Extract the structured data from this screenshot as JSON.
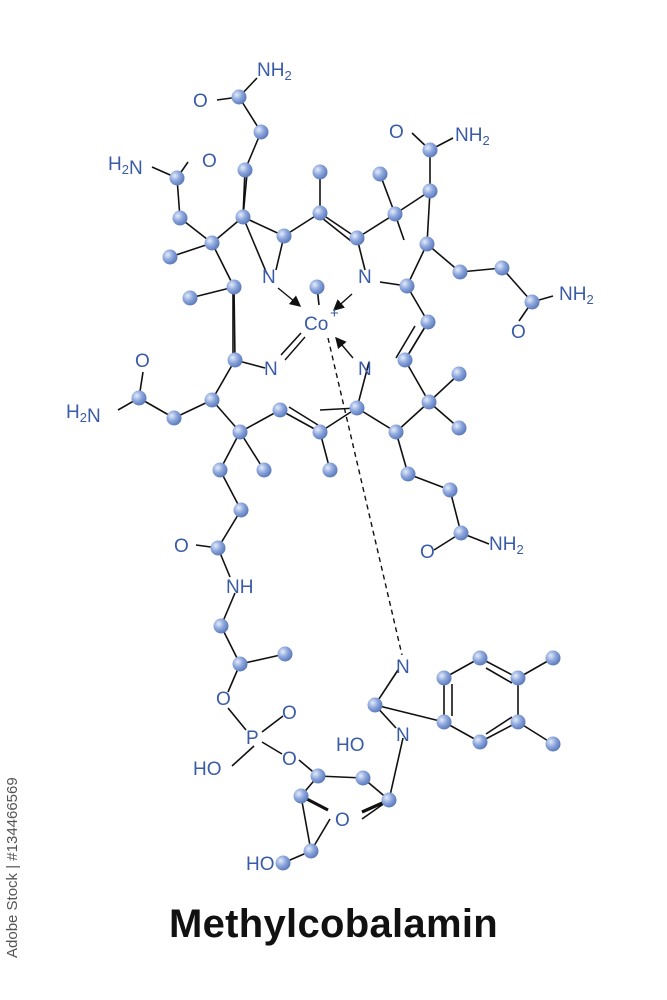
{
  "title": "Methylcobalamin",
  "side_text": "Adobe Stock | #134466569",
  "colors": {
    "atom_fill": "#8ea8dd",
    "atom_stroke": "#4f6fb4",
    "bond": "#111111",
    "label": "#3a5ba8",
    "title": "#111111"
  },
  "labels": {
    "cobalt": "Co",
    "cobalt_charge": "+",
    "nitrogen": "N",
    "oxygen": "O",
    "phosphorus": "P",
    "amide_nh2": "NH",
    "amide_h2n": "H",
    "amide_sub": "2",
    "amine_nh": "NH",
    "hydroxyl_oh": "HO"
  }
}
